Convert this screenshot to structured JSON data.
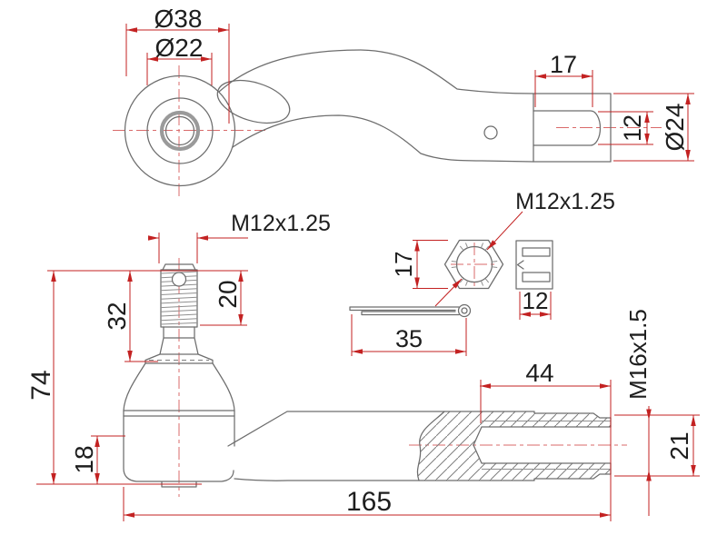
{
  "drawing": {
    "kind": "technical-drawing of a tie rod end with dimensions",
    "colors": {
      "dimension_red": "#c32222",
      "outline_gray": "#6d6d6d",
      "text_dark": "#1e1e1e",
      "background": "#ffffff"
    },
    "top_view": {
      "dia_outer": "Ø38",
      "dia_inner": "Ø22",
      "socket_length": "17",
      "slot_width": "12",
      "dia_socket": "Ø24"
    },
    "nut": {
      "thread_label": "M12x1.25",
      "height": "17",
      "width": "12"
    },
    "cotter_pin": {
      "length": "35"
    },
    "stud": {
      "thread_label": "M12x1.25",
      "thread_length": "20",
      "length_to_flange": "32"
    },
    "side_view": {
      "overall_height": "74",
      "housing_height": "18",
      "thread_depth": "44",
      "thread_label": "M16x1.5",
      "rod_dia": "21",
      "overall_length": "165"
    }
  }
}
